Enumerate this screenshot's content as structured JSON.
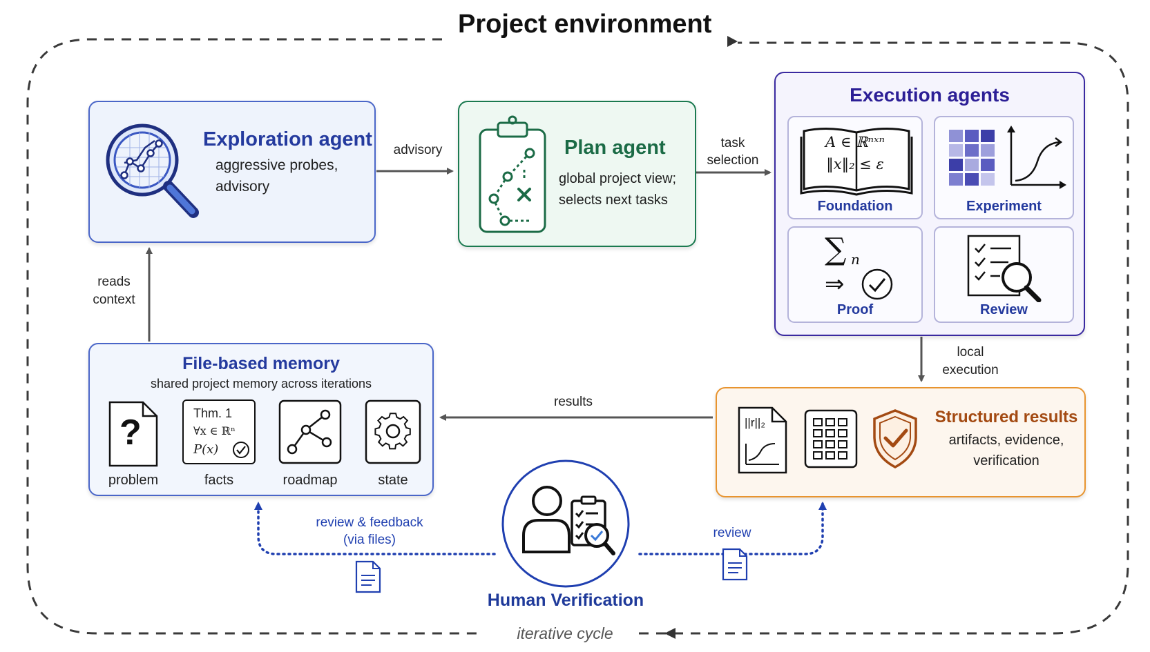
{
  "title": "Project environment",
  "exploration": {
    "title": "Exploration agent",
    "desc_line1": "aggressive probes,",
    "desc_line2": "advisory",
    "icon": "magnifier-graph-icon"
  },
  "plan": {
    "title": "Plan agent",
    "desc_line1": "global project view;",
    "desc_line2": "selects next tasks",
    "icon": "clipboard-path-icon"
  },
  "execution": {
    "title": "Execution agents",
    "cards": [
      {
        "label": "Foundation",
        "icon": "book-math-icon",
        "math_line1": "A ∈ ℝⁿˣⁿ",
        "math_line2": "‖x‖₂ ≤ ε"
      },
      {
        "label": "Experiment",
        "icon": "grid-plot-icon"
      },
      {
        "label": "Proof",
        "icon": "sum-check-icon",
        "math_sum": "∑",
        "math_sub": "n",
        "math_arrow": "⇒"
      },
      {
        "label": "Review",
        "icon": "checklist-magnifier-icon"
      }
    ]
  },
  "memory": {
    "title": "File-based memory",
    "subtitle": "shared project memory across iterations",
    "items": [
      {
        "label": "problem",
        "icon": "question-file-icon",
        "glyph": "?"
      },
      {
        "label": "facts",
        "icon": "facts-card-icon",
        "line1": "Thm. 1",
        "line2": "∀x ∈ ℝⁿ",
        "line3": "P(x)"
      },
      {
        "label": "roadmap",
        "icon": "roadmap-graph-icon"
      },
      {
        "label": "state",
        "icon": "gear-icon"
      }
    ]
  },
  "results": {
    "title": "Structured results",
    "desc_line1": "artifacts, evidence,",
    "desc_line2": "verification",
    "norm_label": "||r||₂"
  },
  "human": {
    "title": "Human Verification",
    "icon": "person-checklist-icon"
  },
  "edges": {
    "advisory": "advisory",
    "task_selection_1": "task",
    "task_selection_2": "selection",
    "reads_context_1": "reads",
    "reads_context_2": "context",
    "local_execution_1": "local",
    "local_execution_2": "execution",
    "results": "results",
    "review_feedback_1": "review & feedback",
    "review_feedback_2": "(via files)",
    "review": "review",
    "iterative_cycle": "iterative cycle"
  },
  "colors": {
    "blue": "#243a9e",
    "green": "#1b6b46",
    "orange": "#e8942f",
    "orange_text": "#a34a12",
    "purple": "#3a2aa0",
    "dashed": "#3a3a3a"
  }
}
